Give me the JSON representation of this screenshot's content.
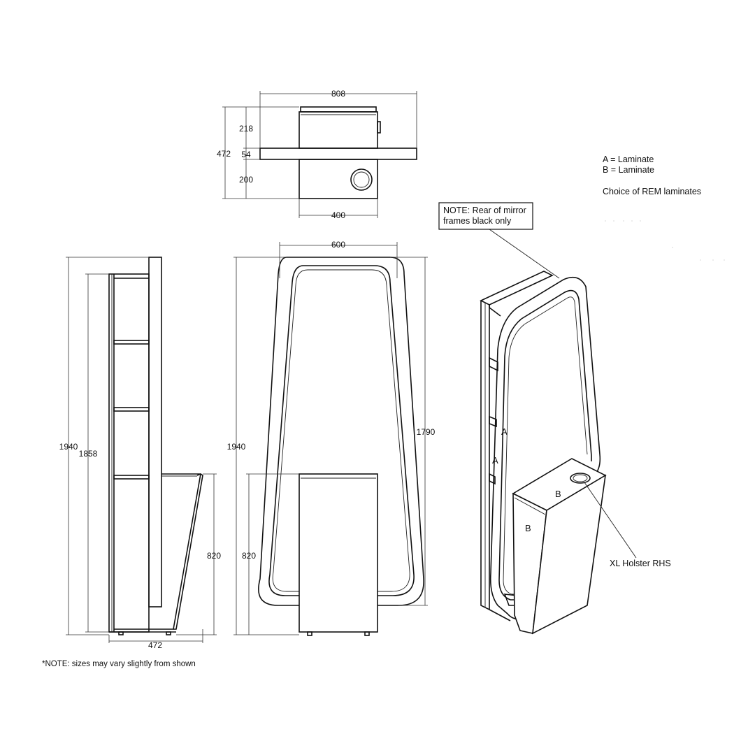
{
  "drawing": {
    "dimensions": {
      "top_width": "808",
      "top_depth_total": "472",
      "top_depth_a": "218",
      "top_depth_b": "54",
      "top_depth_c": "200",
      "top_base_width": "400",
      "side_height": "1940",
      "side_inner_height": "1858",
      "side_base_height": "820",
      "side_depth": "472",
      "front_width": "600",
      "front_height": "1940",
      "front_frame_height": "1790",
      "front_base_height": "820"
    },
    "legend": {
      "a_line": "A = Laminate",
      "b_line": "B = Laminate",
      "choice": "Choice of REM laminates"
    },
    "note_box": {
      "line1": "NOTE: Rear of mirror",
      "line2": "frames black only"
    },
    "labels": {
      "a1": "A",
      "a2": "A",
      "b1": "B",
      "b2": "B",
      "holster": "XL Holster RHS"
    },
    "footnote": "*NOTE: sizes may vary slightly from shown"
  }
}
